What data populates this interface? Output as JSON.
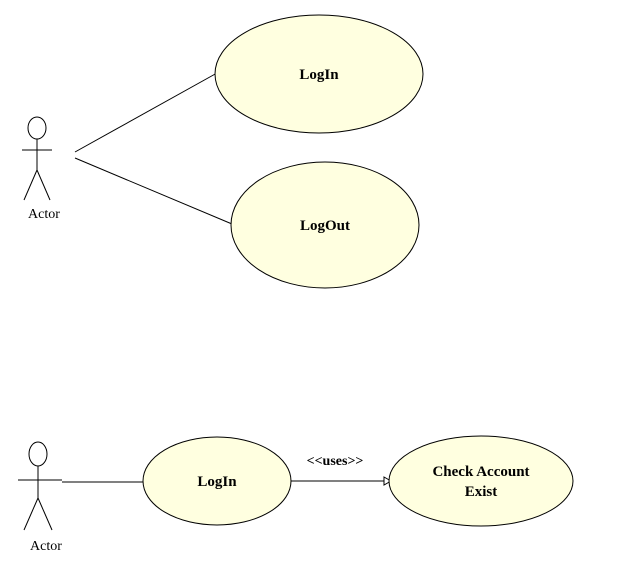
{
  "diagram1": {
    "actor_label": "Actor",
    "use_cases": [
      "LogIn",
      "LogOut"
    ]
  },
  "diagram2": {
    "actor_label": "Actor",
    "use_case_main": "LogIn",
    "relation_label": "<<uses>>",
    "use_case_target_lines": [
      "Check Account",
      "Exist"
    ]
  },
  "colors": {
    "use_case_fill": "#ffffe0",
    "stroke": "#000000"
  }
}
